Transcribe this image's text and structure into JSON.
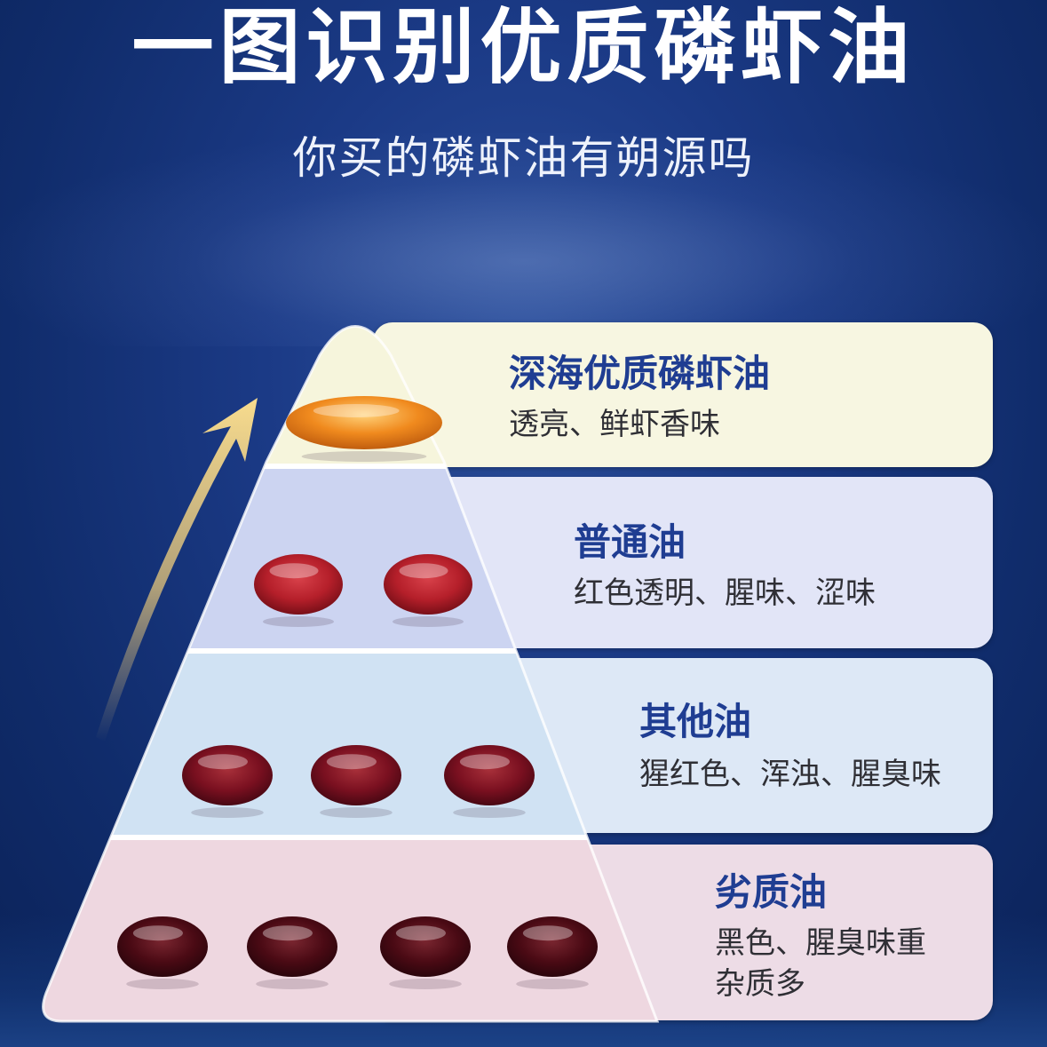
{
  "header": {
    "title": "一图识别优质磷虾油",
    "subtitle": "你买的磷虾油有朔源吗"
  },
  "tiers": [
    {
      "name": "深海优质磷虾油",
      "desc": [
        "透亮、鲜虾香味"
      ],
      "capsule_count": 1,
      "capsule_color": "#f08a1e"
    },
    {
      "name": "普通油",
      "desc": [
        "红色透明、腥味、涩味"
      ],
      "capsule_count": 2,
      "capsule_color": "#b51f2a"
    },
    {
      "name": "其他油",
      "desc": [
        "猩红色、浑浊、腥臭味"
      ],
      "capsule_count": 3,
      "capsule_color": "#7a1020"
    },
    {
      "name": "劣质油",
      "desc": [
        "黑色、腥臭味重",
        "杂质多"
      ],
      "capsule_count": 4,
      "capsule_color": "#4a0a14"
    }
  ],
  "colors": {
    "title_text": "#ffffff",
    "tier_name_text": "#1f3d92",
    "arrow": "#f3cf7a"
  }
}
